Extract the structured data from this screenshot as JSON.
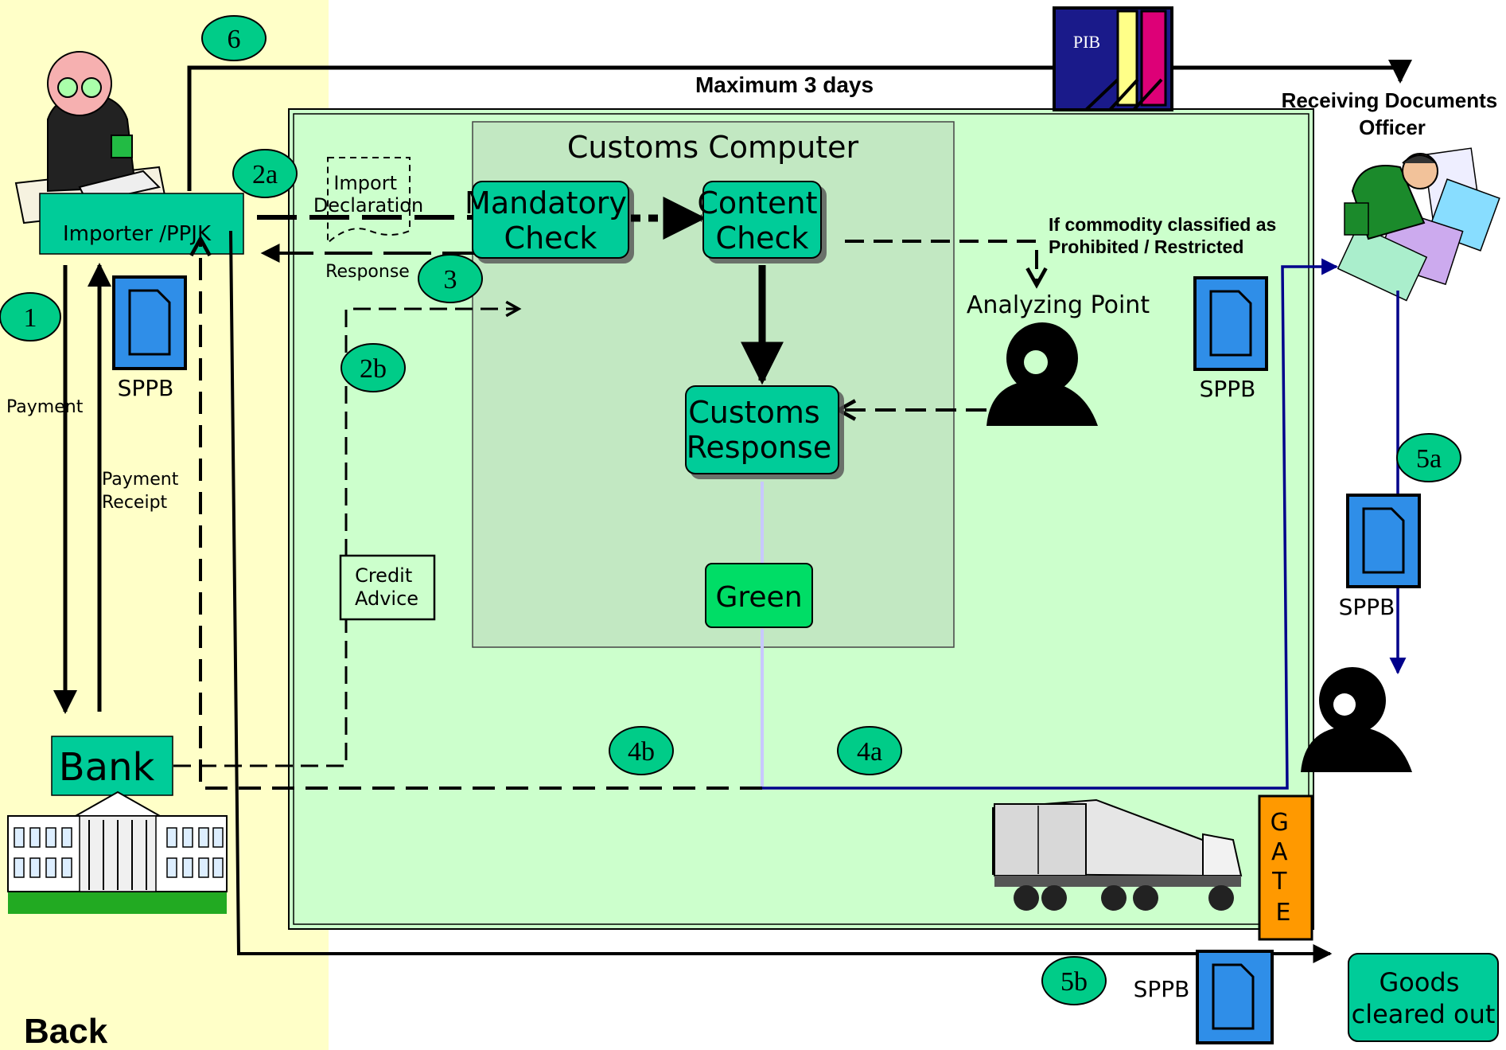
{
  "steps": {
    "s1": "1",
    "s2a": "2a",
    "s2b": "2b",
    "s3": "3",
    "s4a": "4a",
    "s4b": "4b",
    "s5a": "5a",
    "s5b": "5b",
    "s6": "6"
  },
  "labels": {
    "max_days": "Maximum 3 days",
    "pib": "PIB",
    "receiving_officer_line1": "Receiving Documents",
    "receiving_officer_line2": "Officer",
    "importer": "Importer /PPJK",
    "import_decl_line1": "Import",
    "import_decl_line2": "Declaration",
    "response": "Response",
    "customs_computer": "Customs Computer",
    "mandatory_line1": "Mandatory",
    "mandatory_line2": "Check",
    "content_line1": "Content",
    "content_line2": "Check",
    "prohibited_line1": "If commodity classified as",
    "prohibited_line2": "Prohibited / Restricted",
    "analyzing_point": "Analyzing Point",
    "customs_resp_line1": "Customs",
    "customs_resp_line2": "Response",
    "green": "Green",
    "sppb": "SPPB",
    "payment": "Payment",
    "payment_receipt_line1": "Payment",
    "payment_receipt_line2": "Receipt",
    "credit_line1": "Credit",
    "credit_line2": "Advice",
    "bank": "Bank",
    "gate": [
      "G",
      "A",
      "T",
      "E"
    ],
    "goods_line1": "Goods",
    "goods_line2": "cleared out",
    "back": "Back"
  },
  "colors": {
    "left_panel": "#ffffc8",
    "main_panel": "#ccffcc",
    "computer_panel": "#c2e8c2",
    "box_teal": "#00cc99",
    "green_box": "#00dd66",
    "step_circle": "#00cc88",
    "doc_blue": "#2f8ee8",
    "gate_orange": "#ff9900",
    "navy_line": "#00008b"
  }
}
